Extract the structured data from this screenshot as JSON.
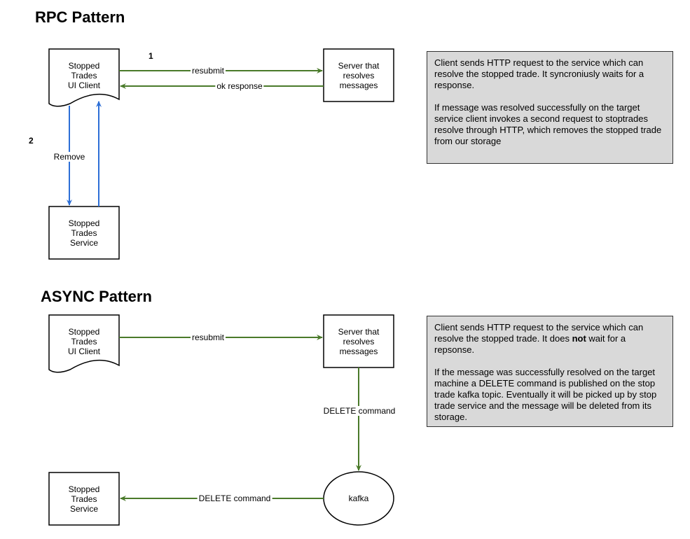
{
  "rpc": {
    "title": "RPC Pattern",
    "step1": "1",
    "step2": "2",
    "ui_client": [
      "Stopped",
      "Trades",
      "UI Client"
    ],
    "server": [
      "Server that",
      "resolves",
      "messages"
    ],
    "service": [
      "Stopped",
      "Trades",
      "Service"
    ],
    "resubmit_label": "resubmit",
    "ok_label": "ok response",
    "remove_label": "Remove",
    "note": {
      "p1": "Client sends HTTP request to the service which can resolve the stopped trade. It syncroniusly waits for a response.",
      "p2": "If message was resolved successfully on the target service client invokes a second request to stoptrades resolve through HTTP, which removes the stopped trade from our storage"
    }
  },
  "async": {
    "title": "ASYNC Pattern",
    "ui_client": [
      "Stopped",
      "Trades",
      "UI Client"
    ],
    "server": [
      "Server that",
      "resolves",
      "messages"
    ],
    "service": [
      "Stopped",
      "Trades",
      "Service"
    ],
    "kafka": "kafka",
    "resubmit_label": "resubmit",
    "delete_label_1": "DELETE command",
    "delete_label_2": "DELETE command",
    "note": {
      "p1_before": "Client sends HTTP request to the service which can resolve the stopped trade. It does ",
      "p1_bold": "not",
      "p1_after": " wait for a repsonse.",
      "p2": "If the message was successfully resolved on the target machine a DELETE command is published on the stop trade kafka topic. Eventually it will be picked up by stop trade service and the message will be deleted from its storage."
    }
  },
  "colors": {
    "green": "#4a7a2a",
    "blue": "#2d6fd6",
    "note_bg": "#d9d9d9"
  }
}
